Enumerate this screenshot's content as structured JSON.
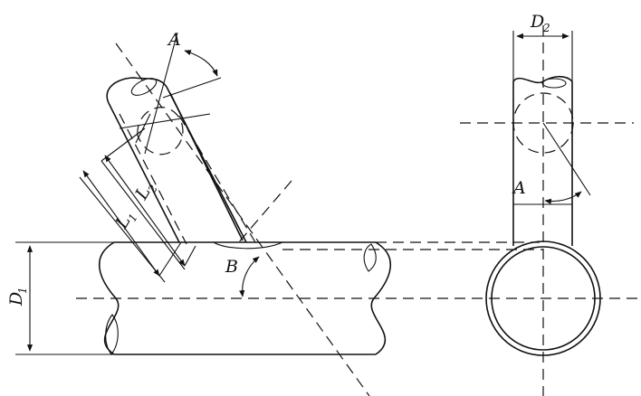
{
  "labels": {
    "angle_a_side": "A",
    "angle_a_end": "A",
    "angle_b": "B",
    "d1_main": "D",
    "d1_sub": "1",
    "d2_main": "D",
    "d2_sub": "2",
    "l1_main": "L",
    "l1_sub": "1",
    "l2_main": "L",
    "l2_sub": "2"
  }
}
